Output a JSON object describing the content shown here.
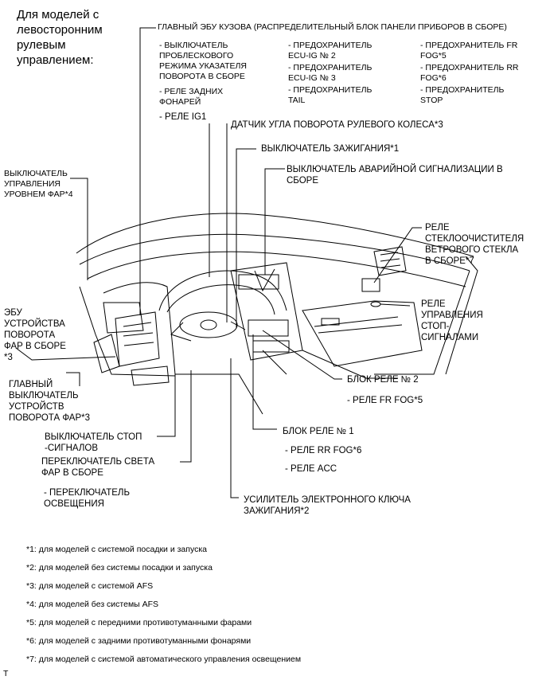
{
  "header": {
    "title": "Для моделей с\nлевосторонним\nрулевым\nуправлением:"
  },
  "main_ecu": {
    "title": "ГЛАВНЫЙ ЭБУ КУЗОВА (РАСПРЕДЕЛИТЕЛЬНЫЙ БЛОК ПАНЕЛИ ПРИБОРОВ В СБОРЕ)",
    "col1": [
      "- ВЫКЛЮЧАТЕЛЬ\nПРОБЛЕСКОВОГО\nРЕЖИМА УКАЗАТЕЛЯ\nПОВОРОТА В СБОРЕ",
      "- РЕЛЕ ЗАДНИХ\nФОНАРЕЙ"
    ],
    "relay_ig1": "- РЕЛЕ IG1",
    "col2": [
      "- ПРЕДОХРАНИТЕЛЬ\nECU-IG № 2",
      "- ПРЕДОХРАНИТЕЛЬ\nECU-IG № 3",
      "- ПРЕДОХРАНИТЕЛЬ\nTAIL"
    ],
    "col3": [
      "- ПРЕДОХРАНИТЕЛЬ FR\nFOG*5",
      "- ПРЕДОХРАНИТЕЛЬ RR\nFOG*6",
      "- ПРЕДОХРАНИТЕЛЬ\nSTOP"
    ]
  },
  "labels": {
    "steering_sensor": "ДАТЧИК УГЛА ПОВОРОТА РУЛЕВОГО КОЛЕСА*3",
    "ignition_switch": "ВЫКЛЮЧАТЕЛЬ ЗАЖИГАНИЯ*1",
    "hazard_switch": "ВЫКЛЮЧАТЕЛЬ АВАРИЙНОЙ СИГНАЛИЗАЦИИ В\nСБОРЕ",
    "headlight_level_switch": "ВЫКЛЮЧАТЕЛЬ\nУПРАВЛЕНИЯ\nУРОВНЕМ ФАР*4",
    "wiper_relay": "РЕЛЕ\nСТЕКЛООЧИСТИТЕЛЯ\nВЕТРОВОГО СТЕКЛА\nВ СБОРЕ*7",
    "afs_ecu": "ЭБУ\nУСТРОЙСТВА\nПОВОРОТА\nФАР В СБОРЕ\n*3",
    "stop_relay": "РЕЛЕ\nУПРАВЛЕНИЯ\nСТОП-\nСИГНАЛАМИ",
    "main_afs_switch": "ГЛАВНЫЙ\nВЫКЛЮЧАТЕЛЬ\nУСТРОЙСТВ\nПОВОРОТА ФАР*3",
    "relay_block_2": "БЛОК РЕЛЕ № 2",
    "relay_fr_fog": "- РЕЛЕ FR FOG*5",
    "stop_switch": "ВЫКЛЮЧАТЕЛЬ СТОП\n-СИГНАЛОВ",
    "light_switch": "ПЕРЕКЛЮЧАТЕЛЬ СВЕТА\nФАР В СБОРЕ",
    "lighting_switch": "- ПЕРЕКЛЮЧАТЕЛЬ\nОСВЕЩЕНИЯ",
    "relay_block_1": "БЛОК РЕЛЕ № 1",
    "relay_rr_fog": "- РЕЛЕ RR FOG*6",
    "relay_acc": "- РЕЛЕ ACC",
    "key_amp": "УСИЛИТЕЛЬ ЭЛЕКТРОННОГО КЛЮЧА\nЗАЖИГАНИЯ*2"
  },
  "footnotes": [
    "*1: для моделей с системой посадки и запуска",
    "*2: для моделей без системы посадки и запуска",
    "*3: для моделей с системой AFS",
    "*4: для моделей без системы AFS",
    "*5: для моделей с передними противотуманными фарами",
    "*6: для моделей с задними противотуманными фонарями",
    "*7: для моделей с системой автоматического управления освещением"
  ],
  "corner_mark": "T"
}
